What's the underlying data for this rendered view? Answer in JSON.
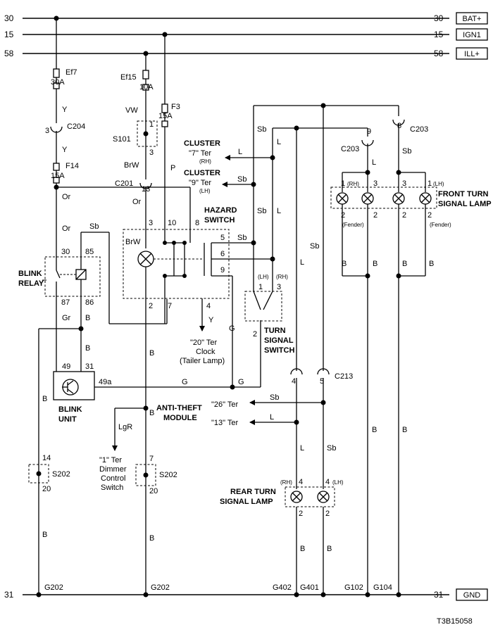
{
  "bus": {
    "bat": {
      "num": "30",
      "label": "BAT+"
    },
    "ign": {
      "num": "15",
      "label": "IGN1"
    },
    "ill": {
      "num": "58",
      "label": "ILL+"
    },
    "gnd": {
      "num": "31",
      "label": "GND"
    }
  },
  "fuses": {
    "ef7": {
      "name": "Ef7",
      "rating": "30A"
    },
    "ef15": {
      "name": "Ef15",
      "rating": "10A"
    },
    "f3": {
      "name": "F3",
      "rating": "15A"
    },
    "f14": {
      "name": "F14",
      "rating": "15A"
    }
  },
  "connectors": {
    "c204": "C204",
    "c201": "C201",
    "c203": "C203",
    "c213": "C213",
    "s101": "S101",
    "s202": "S202"
  },
  "pins": {
    "p3": "3",
    "p1": "1",
    "p13": "13",
    "p8": "8",
    "p9": "9",
    "p10": "10",
    "p5": "5",
    "p6": "6",
    "p2": "2",
    "p7": "7",
    "p4": "4",
    "p30": "30",
    "p85": "85",
    "p87": "87",
    "p86": "86",
    "p49": "49",
    "p31": "31",
    "p49a": "49a",
    "p14": "14",
    "p20": "20"
  },
  "wires": {
    "Y": "Y",
    "VW": "VW",
    "BrW": "BrW",
    "Or": "Or",
    "P": "P",
    "Sb": "Sb",
    "L": "L",
    "B": "B",
    "Gr": "Gr",
    "G": "G",
    "LgR": "LgR"
  },
  "components": {
    "cluster": "CLUSTER",
    "ter7": "\"7\" Ter",
    "ter9": "\"9\" Ter",
    "rh": "(RH)",
    "lh": "(LH)",
    "hazard1": "HAZARD",
    "hazard2": "SWITCH",
    "blink_relay1": "BLINK",
    "blink_relay2": "RELAY",
    "blink_unit1": "BLINK",
    "blink_unit2": "UNIT",
    "front1": "FRONT TURN",
    "front2": "SIGNAL LAMP",
    "fender": "(Fender)",
    "turn1": "TURN",
    "turn2": "SIGNAL",
    "turn3": "SWITCH",
    "ter20": "\"20\" Ter",
    "clock": "Clock",
    "tailer": "(Tailer Lamp)",
    "anti1": "ANTI-THEFT",
    "anti2": "MODULE",
    "ter26": "\"26\" Ter",
    "ter13": "\"13\" Ter",
    "ter1": "\"1\" Ter",
    "dimmer1": "Dimmer",
    "dimmer2": "Control",
    "dimmer3": "Switch",
    "rear1": "REAR TURN",
    "rear2": "SIGNAL LAMP"
  },
  "grounds": {
    "g202": "G202",
    "g402": "G402",
    "g401": "G401",
    "g102": "G102",
    "g104": "G104"
  },
  "diagram_id": "T3B15058"
}
